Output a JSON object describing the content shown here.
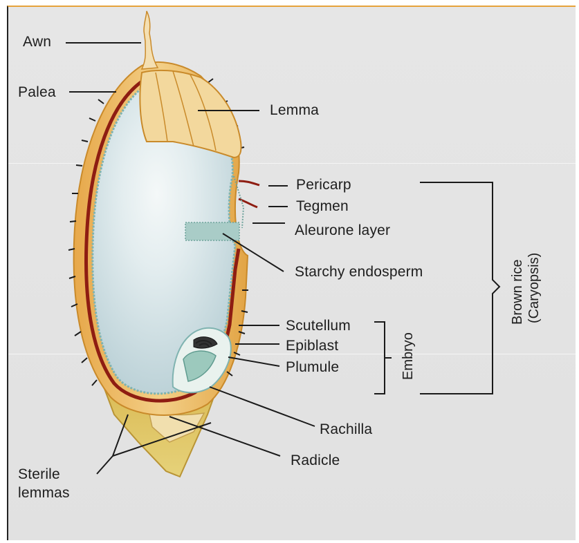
{
  "labels": {
    "awn": "Awn",
    "palea": "Palea",
    "lemma": "Lemma",
    "pericarp": "Pericarp",
    "tegmen": "Tegmen",
    "aleurone": "Aleurone layer",
    "starchy": "Starchy endosperm",
    "scutellum": "Scutellum",
    "epiblast": "Epiblast",
    "plumule": "Plumule",
    "rachilla": "Rachilla",
    "radicle": "Radicle",
    "sterile_line1": "Sterile",
    "sterile_line2": "lemmas",
    "embryo": "Embryo",
    "brown_rice_line1": "Brown rice",
    "brown_rice_line2": "(Caryopsis)"
  },
  "colors": {
    "husk": "#e9b85a",
    "husk_light": "#f2d79c",
    "husk_edge": "#c98a2a",
    "pericarp": "#8e1d12",
    "endosperm": "#c9dce0",
    "aleurone": "#7fb3b0",
    "sterile": "#cfb34a",
    "background": "#e3e3e3"
  }
}
